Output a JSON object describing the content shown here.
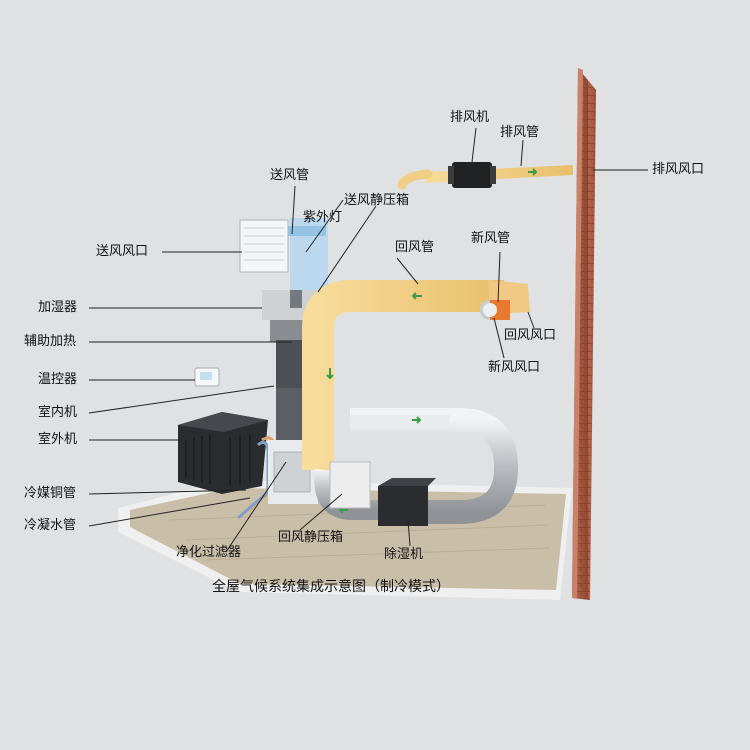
{
  "caption": "全屋气候系统集成示意图（制冷模式）",
  "labels": {
    "exhaust_fan": "排风机",
    "exhaust_duct": "排风管",
    "exhaust_outlet": "排风风口",
    "supply_duct": "送风管",
    "supply_plenum": "送风静压箱",
    "uv_lamp": "紫外灯",
    "supply_outlet": "送风风口",
    "return_duct": "回风管",
    "fresh_duct": "新风管",
    "humidifier": "加湿器",
    "return_outlet": "回风风口",
    "aux_heater": "辅助加热",
    "fresh_outlet": "新风风口",
    "thermostat": "温控器",
    "indoor_unit": "室内机",
    "outdoor_unit": "室外机",
    "refrigerant_pipe": "冷媒铜管",
    "condensate_pipe": "冷凝水管",
    "purifier_filter": "净化过滤器",
    "return_plenum": "回风静压箱",
    "dehumidifier": "除湿机"
  },
  "colors": {
    "background": "#dfe1e3",
    "duct_yellow": "#f3cf83",
    "brick": "#a4553a",
    "arrow_green": "#3c9b48",
    "floor": "#c8bda6"
  }
}
